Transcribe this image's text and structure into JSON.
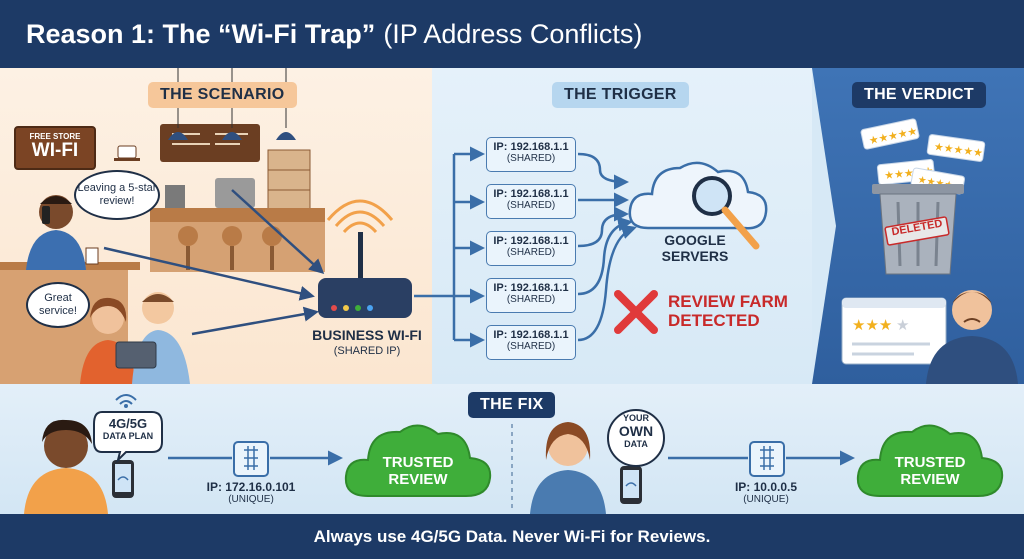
{
  "header": {
    "title_bold": "Reason 1: The “Wi-Fi Trap”",
    "title_rest": "(IP Address Conflicts)"
  },
  "sections": {
    "scenario": "THE SCENARIO",
    "trigger": "THE TRIGGER",
    "verdict": "THE VERDICT",
    "fix": "THE FIX"
  },
  "scenario": {
    "sign_line1": "FREE STORE",
    "sign_line2": "WI-FI",
    "bubble1": "Leaving a 5-star review!",
    "bubble2": "Great service!",
    "router_label": "BUSINESS WI-FI",
    "router_sub": "(SHARED IP)"
  },
  "trigger": {
    "ip_boxes": [
      {
        "ip": "IP: 192.168.1.1",
        "note": "(SHARED)"
      },
      {
        "ip": "IP: 192.168.1.1",
        "note": "(SHARED)"
      },
      {
        "ip": "IP: 192.168.1.1",
        "note": "(SHARED)"
      },
      {
        "ip": "IP: 192.168.1.1",
        "note": "(SHARED)"
      },
      {
        "ip": "IP: 192.168.1.1",
        "note": "(SHARED)"
      }
    ],
    "server_line1": "GOOGLE",
    "server_line2": "SERVERS",
    "alert_line1": "REVIEW FARM",
    "alert_line2": "DETECTED"
  },
  "verdict": {
    "bin_label": "DELETED"
  },
  "fix": {
    "left": {
      "bubble_line1": "4G/5G",
      "bubble_line2": "DATA PLAN",
      "ip": "IP: 172.16.0.101",
      "note": "(UNIQUE)",
      "cloud_line1": "TRUSTED",
      "cloud_line2": "REVIEW"
    },
    "right": {
      "bubble_line1": "YOUR",
      "bubble_line2": "OWN",
      "bubble_line3": "DATA",
      "ip": "IP: 10.0.0.5",
      "note": "(UNIQUE)",
      "cloud_line1": "TRUSTED",
      "cloud_line2": "REVIEW"
    }
  },
  "footer": {
    "text": "Always use 4G/5G Data. Never Wi-Fi for Reviews."
  },
  "colors": {
    "navy": "#1d3a66",
    "blue": "#3f74b6",
    "red": "#c82a2a",
    "green": "#3fae3a",
    "orange": "#f2a14a"
  }
}
